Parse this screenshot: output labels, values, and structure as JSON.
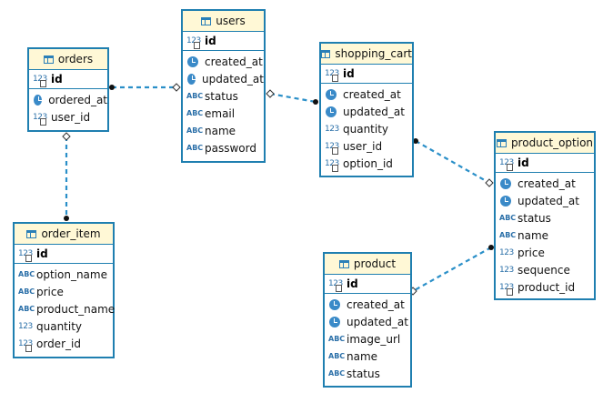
{
  "entities": {
    "users": {
      "title": "users",
      "pk": "id",
      "columns": [
        {
          "name": "created_at",
          "type": "clock-icon"
        },
        {
          "name": "updated_at",
          "type": "clock-icon"
        },
        {
          "name": "status",
          "type": "abc-icon"
        },
        {
          "name": "email",
          "type": "abc-icon"
        },
        {
          "name": "name",
          "type": "abc-icon"
        },
        {
          "name": "password",
          "type": "abc-icon"
        }
      ]
    },
    "orders": {
      "title": "orders",
      "pk": "id",
      "columns": [
        {
          "name": "ordered_at",
          "type": "clock-icon"
        },
        {
          "name": "user_id",
          "type": "fk-number-icon"
        }
      ]
    },
    "shopping_cart": {
      "title": "shopping_cart",
      "pk": "id",
      "columns": [
        {
          "name": "created_at",
          "type": "clock-icon"
        },
        {
          "name": "updated_at",
          "type": "clock-icon"
        },
        {
          "name": "quantity",
          "type": "number-icon"
        },
        {
          "name": "user_id",
          "type": "fk-number-icon"
        },
        {
          "name": "option_id",
          "type": "fk-number-icon"
        }
      ]
    },
    "product_option": {
      "title": "product_option",
      "pk": "id",
      "columns": [
        {
          "name": "created_at",
          "type": "clock-icon"
        },
        {
          "name": "updated_at",
          "type": "clock-icon"
        },
        {
          "name": "status",
          "type": "abc-icon"
        },
        {
          "name": "name",
          "type": "abc-icon"
        },
        {
          "name": "price",
          "type": "number-icon"
        },
        {
          "name": "sequence",
          "type": "number-icon"
        },
        {
          "name": "product_id",
          "type": "fk-number-icon"
        }
      ]
    },
    "order_item": {
      "title": "order_item",
      "pk": "id",
      "columns": [
        {
          "name": "option_name",
          "type": "abc-icon"
        },
        {
          "name": "price",
          "type": "abc-icon"
        },
        {
          "name": "product_name",
          "type": "abc-icon"
        },
        {
          "name": "quantity",
          "type": "number-icon"
        },
        {
          "name": "order_id",
          "type": "fk-number-icon"
        }
      ]
    },
    "product": {
      "title": "product",
      "pk": "id",
      "columns": [
        {
          "name": "created_at",
          "type": "clock-icon"
        },
        {
          "name": "updated_at",
          "type": "clock-icon"
        },
        {
          "name": "image_url",
          "type": "abc-icon"
        },
        {
          "name": "name",
          "type": "abc-icon"
        },
        {
          "name": "status",
          "type": "abc-icon"
        }
      ]
    }
  },
  "relationships": [
    {
      "from": "orders",
      "to": "users"
    },
    {
      "from": "shopping_cart",
      "to": "users"
    },
    {
      "from": "order_item",
      "to": "orders"
    },
    {
      "from": "shopping_cart",
      "to": "product_option"
    },
    {
      "from": "product_option",
      "to": "product"
    }
  ],
  "icon_glyphs": {
    "abc": "ABC",
    "number": "123"
  },
  "colors": {
    "border": "#1f7fb0",
    "header": "#fff8d6",
    "link": "#2a8fc8"
  }
}
